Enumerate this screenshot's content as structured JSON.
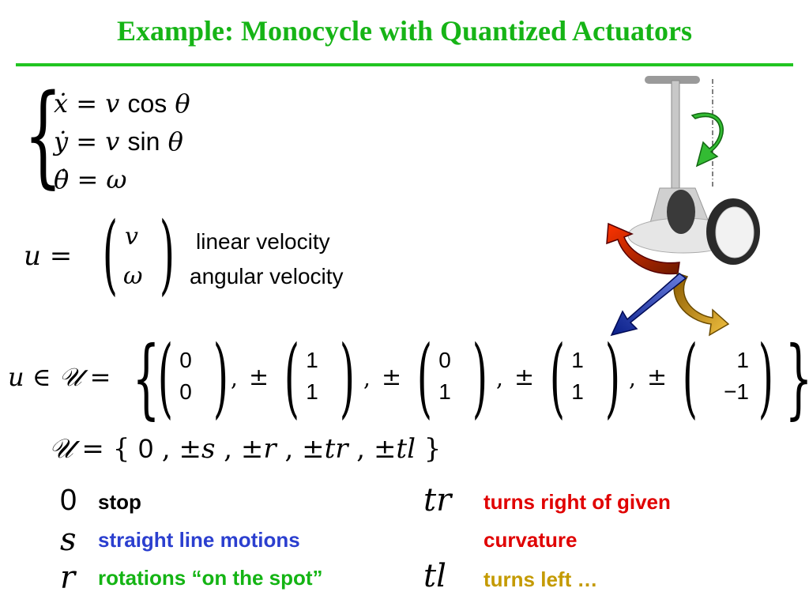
{
  "slide": {
    "title": "Example: Monocycle with Quantized Actuators",
    "system": {
      "line1": {
        "lhs": "ẋ",
        "eq": "=",
        "var": "v",
        "fn": "cos",
        "arg": "θ"
      },
      "line2": {
        "lhs": "ẏ",
        "eq": "=",
        "var": "v",
        "fn": "sin",
        "arg": "θ"
      },
      "line3": {
        "lhs": "θ̇",
        "eq": "=",
        "rhs": "ω"
      }
    },
    "input_def": {
      "lhs": "u",
      "eq": "=",
      "top": "v",
      "bottom": "ω",
      "top_label": "linear velocity",
      "bottom_label": "angular velocity"
    },
    "input_set": {
      "prefix": "u ∈ 𝒰 =",
      "pm": "±",
      "vectors": [
        [
          "0",
          "0"
        ],
        [
          "1",
          "1"
        ],
        [
          "0",
          "1"
        ],
        [
          "1",
          "1"
        ],
        [
          "1",
          "−1"
        ]
      ]
    },
    "quantized_set": {
      "text_lhs": "𝒰 =",
      "items": [
        "0",
        "±s",
        "±r",
        "±tr",
        "±tl"
      ]
    },
    "legend": [
      {
        "symbol": "0",
        "label": "stop",
        "color": "#000000"
      },
      {
        "symbol": "s",
        "label": "straight line motions",
        "color": "#2b3fcf"
      },
      {
        "symbol": "r",
        "label": "rotations “on the spot”",
        "color": "#14b414"
      },
      {
        "symbol": "tr",
        "label": "turns right of given",
        "label2": "curvature",
        "color": "#e00000"
      },
      {
        "symbol": "tl",
        "label": "turns left …",
        "color": "#c49a00"
      }
    ],
    "colors": {
      "title": "#16b416",
      "arrow_left": "#cc3300",
      "arrow_diag": "#1a2faa",
      "arrow_right": "#d4a017",
      "arrow_rot": "#33bb33"
    }
  }
}
